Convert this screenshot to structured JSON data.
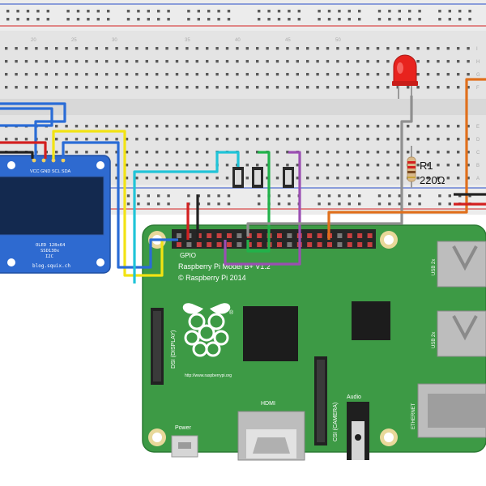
{
  "breadboard": {
    "column_numbers": [
      "20",
      "25",
      "30",
      "35",
      "40",
      "45",
      "50"
    ],
    "row_letters": [
      "I",
      "H",
      "G",
      "F",
      "E",
      "D",
      "C",
      "B",
      "A"
    ]
  },
  "led": {
    "color": "#e8231e"
  },
  "resistor": {
    "ref": "R1",
    "value": "220Ω"
  },
  "oled": {
    "pins": "VCC GND SCL SDA",
    "text_line1": "OLED 128x64",
    "text_line2": "SSD130x",
    "text_line3": "I2C",
    "text_line4": "blog.squix.ch"
  },
  "pi": {
    "gpio_label": "GPIO",
    "model_line": "Raspberry Pi Model B+ V1.2",
    "copyright_line": "© Raspberry Pi 2014",
    "dsi_label": "DSI (DISPLAY)",
    "url": "http://www.raspberrypi.org",
    "hdmi_label": "HDMI",
    "csi_label": "CSI (CAMERA)",
    "audio_label": "Audio",
    "power_label": "Power",
    "usb_label_1": "USB 2x",
    "usb_label_2": "USB 2x",
    "ethernet_label": "ETHERNET"
  },
  "wire_colors": {
    "red": "#d32020",
    "black": "#222222",
    "blue": "#2a6cd6",
    "yellow": "#f2e313",
    "cyan": "#20c4d8",
    "green": "#21b24a",
    "purple": "#9b4fb3",
    "gray": "#8f8f8f",
    "orange": "#e0701d"
  }
}
